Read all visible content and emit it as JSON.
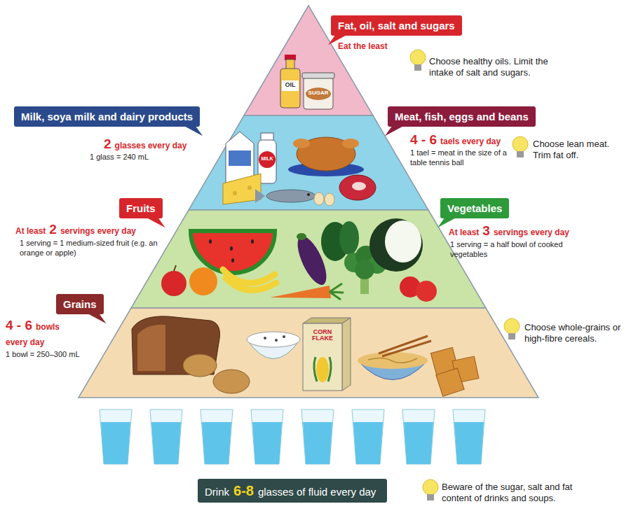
{
  "diagram": {
    "nodes": [
      {
        "text": [
          "Fat, oil, salt and sugars"
        ]
      },
      {
        "text": [
          "Milk, soya milk and dairy products"
        ]
      },
      {
        "text": [
          "Meat, fish, eggs and beans"
        ]
      },
      {
        "text": [
          "Fruits"
        ]
      },
      {
        "text": [
          "Vegetables"
        ]
      },
      {
        "text": [
          "Grains"
        ]
      },
      {
        "text": [
          "Drink",
          "6-8",
          "glasses of fluid every day"
        ]
      }
    ],
    "labels": [
      "Eat the least",
      "Choose healthy oils. Limit the intake of salt and sugars.",
      "OIL",
      "SUGAR",
      "2",
      "glasses every day",
      "1 glass = 240 mL",
      "MILK",
      "4 - 6",
      "taels every day",
      "1 tael = meat in the size of a table tennis ball",
      "Choose lean meat. Trim fat off.",
      "At least",
      "2",
      "servings every day",
      "1 serving = 1 medium-sized fruit (e.g. an orange or apple)",
      "At least",
      "3",
      "servings every day",
      "1 serving = a half bowl of cooked vegetables",
      "4 - 6",
      "bowls every day",
      "1 bowl = 250–300 mL",
      "CORN FLAKE",
      "Choose whole-grains or high-fibre cereals.",
      "Beware of the sugar, salt and fat content of drinks and soups."
    ]
  }
}
